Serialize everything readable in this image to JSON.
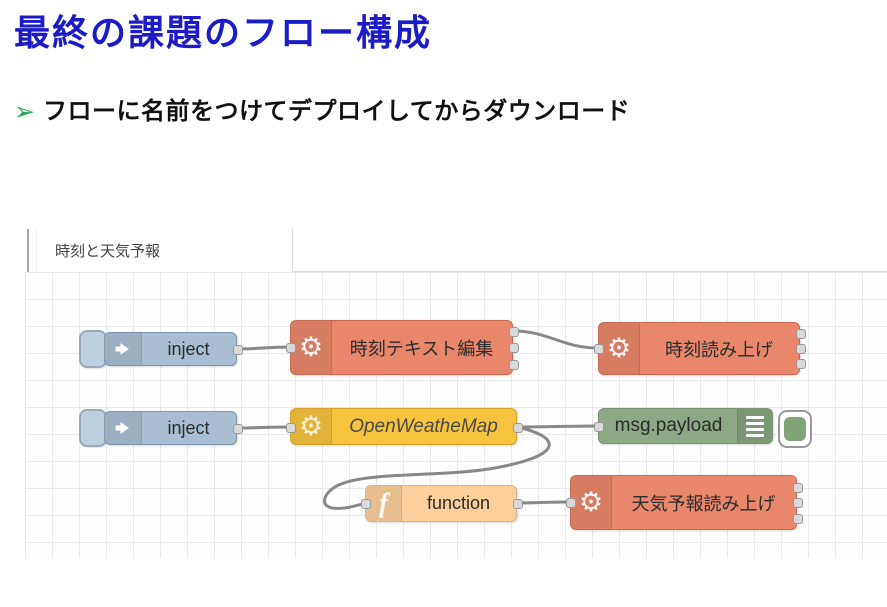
{
  "slide": {
    "title": "最終の課題のフロー構成",
    "title_color": "#1b1bc8",
    "bullet": {
      "marker": "➢",
      "marker_color": "#23a652",
      "text": "フローに名前をつけてデプロイしてからダウンロード"
    }
  },
  "editor": {
    "tab_label": "時刻と天気予報",
    "nodes": {
      "inject1": {
        "label": "inject"
      },
      "time_text": {
        "label": "時刻テキスト編集"
      },
      "time_speak": {
        "label": "時刻読み上げ"
      },
      "inject2": {
        "label": "inject"
      },
      "owm": {
        "label": "OpenWeatheMap"
      },
      "debug": {
        "label": "msg.payload"
      },
      "func": {
        "label": "function"
      },
      "weather_speak": {
        "label": "天気予報読み上げ"
      }
    },
    "colors": {
      "inject_node": "#a9bed1",
      "salmon_node": "#e8876c",
      "openweathermap_node": "#f6c33e",
      "function_node": "#fbd09c",
      "debug_node": "#8ca884",
      "wire": "#888888",
      "port": "#d9d9d9",
      "grid_line": "#e9e9e9"
    }
  }
}
